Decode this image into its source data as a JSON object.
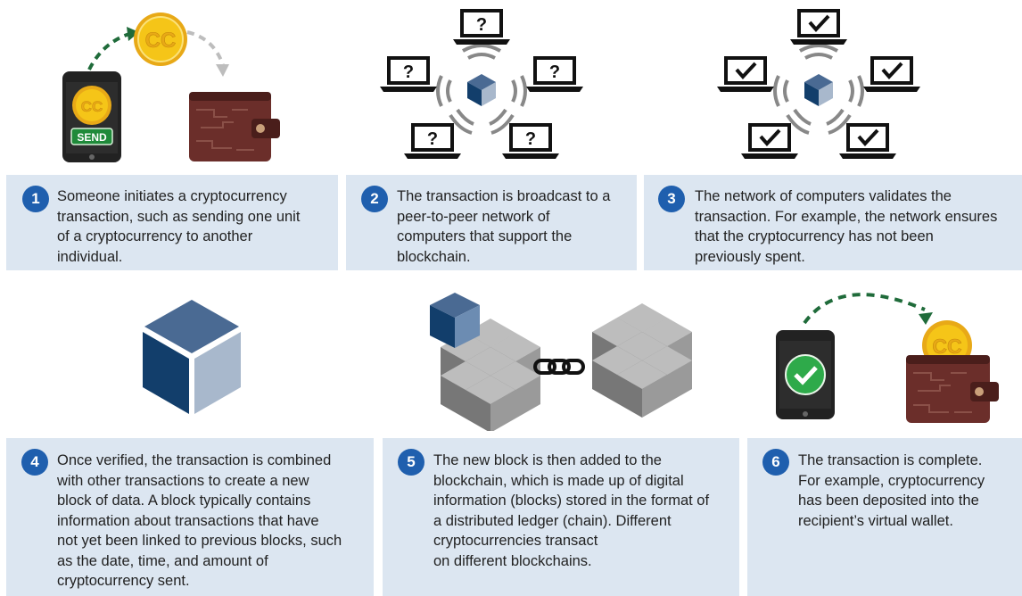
{
  "coin_label": "CC",
  "send_label": "SEND",
  "question_mark": "?",
  "steps": [
    {
      "number": "1",
      "lines": [
        "Someone initiates a cryptocurrency",
        "transaction, such as sending one unit",
        "of a cryptocurrency to another",
        "individual."
      ]
    },
    {
      "number": "2",
      "lines": [
        "The transaction is broadcast to a",
        "peer-to-peer network of",
        "computers that support the",
        "blockchain."
      ]
    },
    {
      "number": "3",
      "lines": [
        "The network of computers validates the",
        "transaction. For example, the network ensures",
        "that the cryptocurrency has not been",
        "previously spent."
      ]
    },
    {
      "number": "4",
      "lines": [
        "Once verified, the transaction is combined",
        "with other transactions to create a new",
        "block of data. A block typically contains",
        "information about transactions that have",
        "not yet been linked to previous blocks, such",
        "as the date, time, and amount of",
        "cryptocurrency sent."
      ]
    },
    {
      "number": "5",
      "lines": [
        "The new block is then added to the",
        "blockchain, which is made up of digital",
        "information (blocks) stored in the format of",
        "a distributed ledger (chain). Different",
        "cryptocurrencies transact",
        "on different blockchains."
      ]
    },
    {
      "number": "6",
      "lines": [
        "The transaction is complete.",
        "For example, cryptocurrency",
        "has been deposited into the",
        "recipient’s virtual wallet."
      ]
    }
  ],
  "colors": {
    "card_bg": "#dce6f1",
    "badge": "#1f5fae",
    "coin": "#f5c518",
    "wallet": "#6b2e2a",
    "arrow": "#1f6b3a",
    "cube_top": "#4a6a93",
    "cube_left": "#123e6b",
    "cube_right": "#a8b8cc",
    "check_green": "#2eaa4a"
  }
}
